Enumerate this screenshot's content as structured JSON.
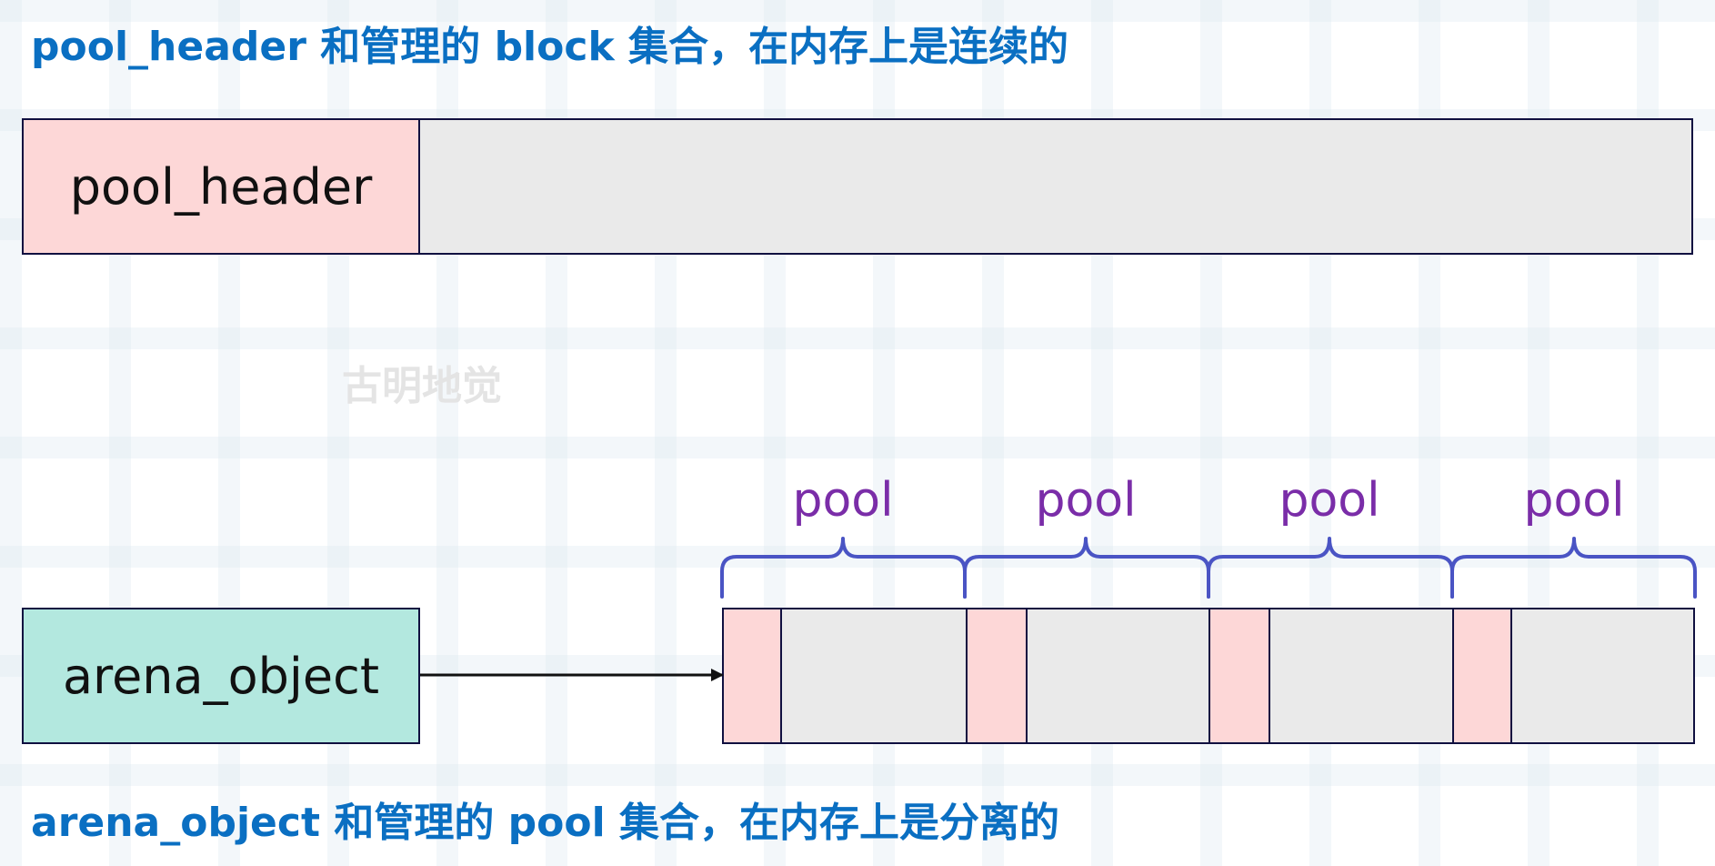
{
  "top_heading": "pool_header 和管理的 block 集合，在内存上是连续的",
  "bottom_heading": "arena_object 和管理的 pool 集合，在内存上是分离的",
  "pool_header_label": "pool_header",
  "arena_object_label": "arena_object",
  "watermark": "古明地觉",
  "pools": [
    {
      "label": "pool"
    },
    {
      "label": "pool"
    },
    {
      "label": "pool"
    },
    {
      "label": "pool"
    }
  ],
  "colors": {
    "heading": "#0a6fc2",
    "header_fill": "#fdd7d7",
    "body_fill": "#eaeaea",
    "arena_fill": "#b3e8df",
    "brace": "#4a54c4",
    "pool_label": "#7a2da8",
    "border": "#101040"
  }
}
